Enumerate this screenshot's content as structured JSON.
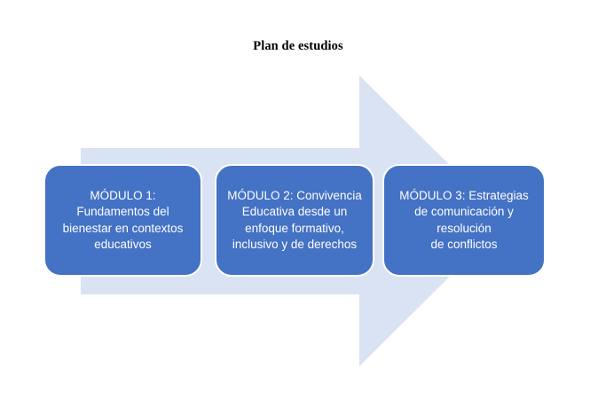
{
  "title": "Plan de estudios",
  "diagram": {
    "type": "process-arrow",
    "modules": [
      {
        "id": 1,
        "text": "MÓDULO 1:\nFundamentos del\nbienestar en contextos\neducativos"
      },
      {
        "id": 2,
        "text": "MÓDULO 2: Convivencia\nEducativa desde un\nenfoque formativo,\ninclusivo y de derechos"
      },
      {
        "id": 3,
        "text": "MÓDULO 3: Estrategias\nde comunicación y\nresolución\nde conflictos"
      }
    ],
    "colors": {
      "box_fill": "#4472C4",
      "box_text": "#FFFFFF",
      "arrow_fill": "#DAE3F3",
      "title_text": "#000000",
      "background": "#FFFFFF"
    }
  }
}
